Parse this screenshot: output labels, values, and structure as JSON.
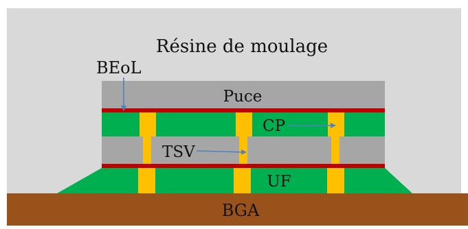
{
  "labels": {
    "mold": "Résine de moulage",
    "beol": "BEoL",
    "die": "Puce",
    "cp": "CP",
    "tsv": "TSV",
    "uf": "UF",
    "bga": "BGA"
  },
  "colors": {
    "mold": "#d9d9d9",
    "die": "#a6a6a6",
    "beol": "#c00000",
    "underfill": "#00b050",
    "copper": "#ffc000",
    "bga": "#99531a",
    "arrow": "#4f81bd",
    "text": "#111111"
  }
}
